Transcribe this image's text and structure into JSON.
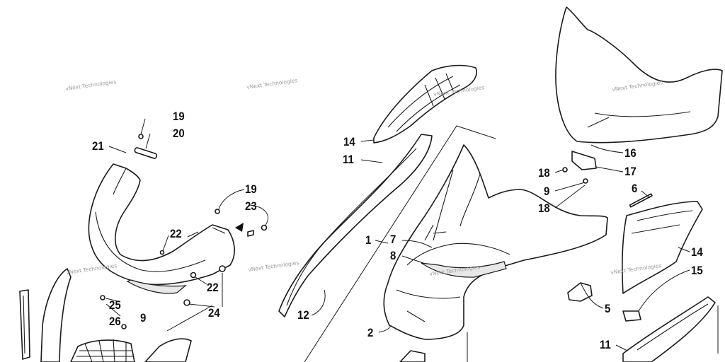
{
  "watermark": "vNext Technologies",
  "callouts": {
    "c1": "1",
    "c2": "2",
    "c5": "5",
    "c6": "6",
    "c7": "7",
    "c8": "8",
    "c9a": "9",
    "c9b": "9",
    "c11a": "11",
    "c11b": "11",
    "c12": "12",
    "c14a": "14",
    "c14b": "14",
    "c15": "15",
    "c16": "16",
    "c17": "17",
    "c18a": "18",
    "c18b": "18",
    "c19a": "19",
    "c19b": "19",
    "c20": "20",
    "c21": "21",
    "c22a": "22",
    "c22b": "22",
    "c23": "23",
    "c24": "24",
    "c25": "25",
    "c26": "26"
  }
}
